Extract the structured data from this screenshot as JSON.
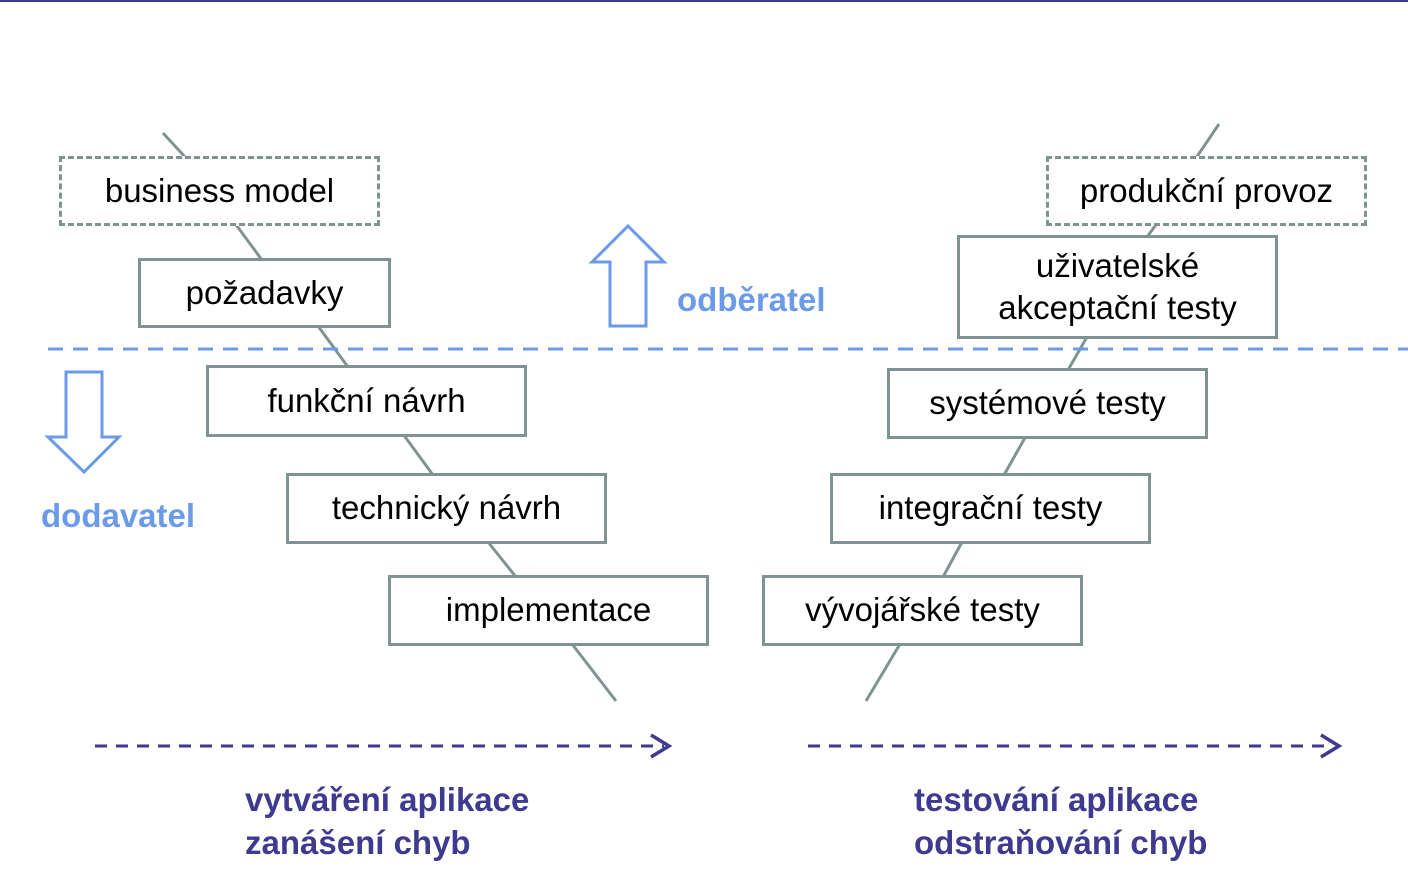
{
  "colors": {
    "box_border": "#7f9393",
    "connector": "#7f9393",
    "boundary_line": "#6b9be8",
    "role_label": "#6b9be8",
    "phase_arrow": "#3d3a8f",
    "phase_label": "#3d3a8f",
    "top_rule": "#3d3a8f"
  },
  "roles": {
    "customer": "odběratel",
    "supplier": "dodavatel"
  },
  "boxes": {
    "business_model": "business model",
    "pozadavky": "požadavky",
    "funkcni_navrh": "funkční návrh",
    "technicky_navrh": "technický návrh",
    "implementace": "implementace",
    "vyvojarske_testy": "vývojářské testy",
    "integracni_testy": "integrační testy",
    "systemove_testy": "systémové testy",
    "uzivatelske_testy": "uživatelské\nakceptační testy",
    "produkcni_provoz": "produkční provoz"
  },
  "phases": {
    "left": {
      "line1": "vytváření aplikace",
      "line2": "zanášení chyb"
    },
    "right": {
      "line1": "testování aplikace",
      "line2": "odstraňování chyb"
    }
  }
}
